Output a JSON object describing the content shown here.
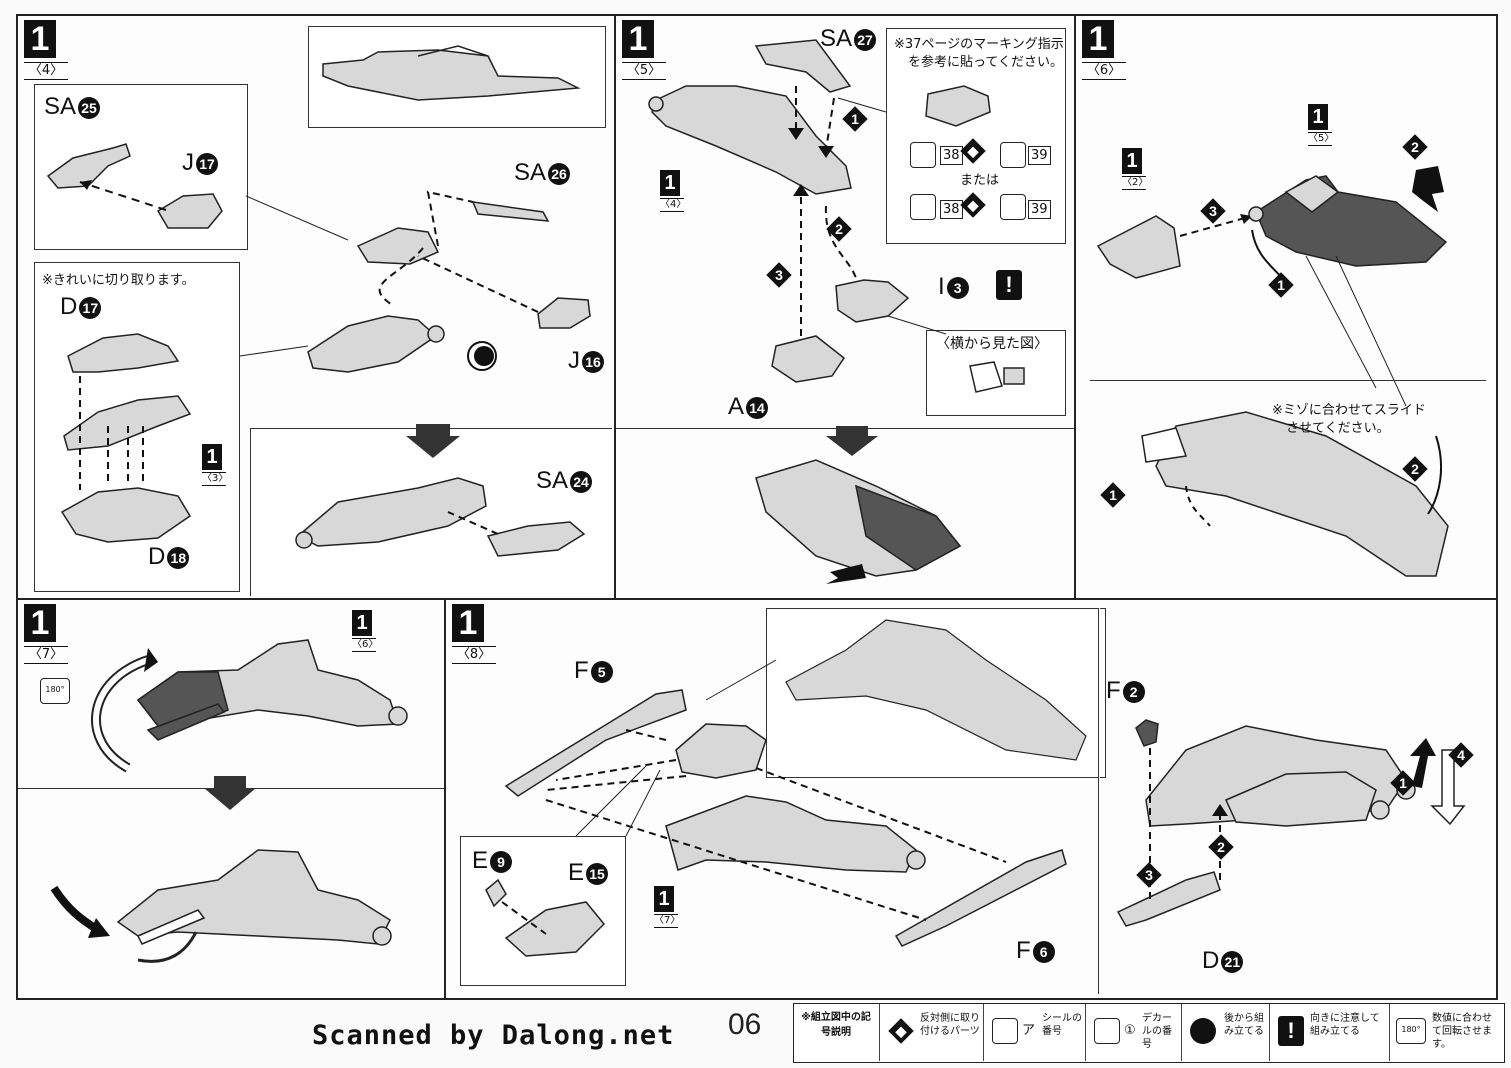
{
  "steps": [
    {
      "num": "1",
      "sub": "〈4〉"
    },
    {
      "num": "1",
      "sub": "〈5〉"
    },
    {
      "num": "1",
      "sub": "〈6〉"
    },
    {
      "num": "1",
      "sub": "〈7〉"
    },
    {
      "num": "1",
      "sub": "〈8〉"
    }
  ],
  "step4": {
    "parts": {
      "sa25": "SA",
      "sa25_n": "25",
      "j17": "J",
      "j17_n": "17",
      "d17": "D",
      "d17_n": "17",
      "d18": "D",
      "d18_n": "18",
      "sa26": "SA",
      "sa26_n": "26",
      "j16": "J",
      "j16_n": "16",
      "sa24": "SA",
      "sa24_n": "24"
    },
    "note_clean_cut": "※きれいに切り取ります。",
    "ref": {
      "num": "1",
      "sub": "〈3〉"
    }
  },
  "step5": {
    "parts": {
      "sa27": "SA",
      "sa27_n": "27",
      "i3": "I",
      "i3_n": "3",
      "a14": "A",
      "a14_n": "14"
    },
    "marking_note_line1": "※37ページのマーキング指示",
    "marking_note_line2": "を参考に貼ってください。",
    "sticker_num_1": "38",
    "sticker_num_2": "39",
    "decal_num_1": "38",
    "decal_num_2": "39",
    "or_text": "または",
    "side_view": "〈横から見た図〉",
    "ref": {
      "num": "1",
      "sub": "〈4〉"
    },
    "order": [
      "1",
      "2",
      "3"
    ]
  },
  "step6": {
    "ref_a": {
      "num": "1",
      "sub": "〈2〉"
    },
    "ref_b": {
      "num": "1",
      "sub": "〈5〉"
    },
    "slide_note_line1": "※ミゾに合わせてスライド",
    "slide_note_line2": "させてください。",
    "order": [
      "1",
      "2",
      "3"
    ]
  },
  "step7": {
    "ref": {
      "num": "1",
      "sub": "〈6〉"
    },
    "rotate_label": "180°"
  },
  "step8": {
    "parts": {
      "f5": "F",
      "f5_n": "5",
      "e9": "E",
      "e9_n": "9",
      "e15": "E",
      "e15_n": "15",
      "f6": "F",
      "f6_n": "6",
      "f2": "F",
      "f2_n": "2",
      "d21": "D",
      "d21_n": "21"
    },
    "ref": {
      "num": "1",
      "sub": "〈7〉"
    },
    "order": [
      "1",
      "2",
      "3",
      "4"
    ]
  },
  "footer": {
    "brand": "Scanned by Dalong.net",
    "page_number": "06",
    "legend_title": "※組立図中の記号説明",
    "legend_items": [
      {
        "text": "反対側に取り付けるパーツ"
      },
      {
        "text": "シールの番号",
        "sample": "ア"
      },
      {
        "text": "デカールの番号",
        "sample": "①"
      },
      {
        "text": "後から組み立てる"
      },
      {
        "text": "向きに注意して組み立てる"
      },
      {
        "text": "数値に合わせて回転させます。",
        "sample": "180°"
      }
    ]
  },
  "colors": {
    "ink": "#111111",
    "part_fill": "#d8d8d8",
    "dark_part": "#555555",
    "paper": "#fafafa"
  }
}
